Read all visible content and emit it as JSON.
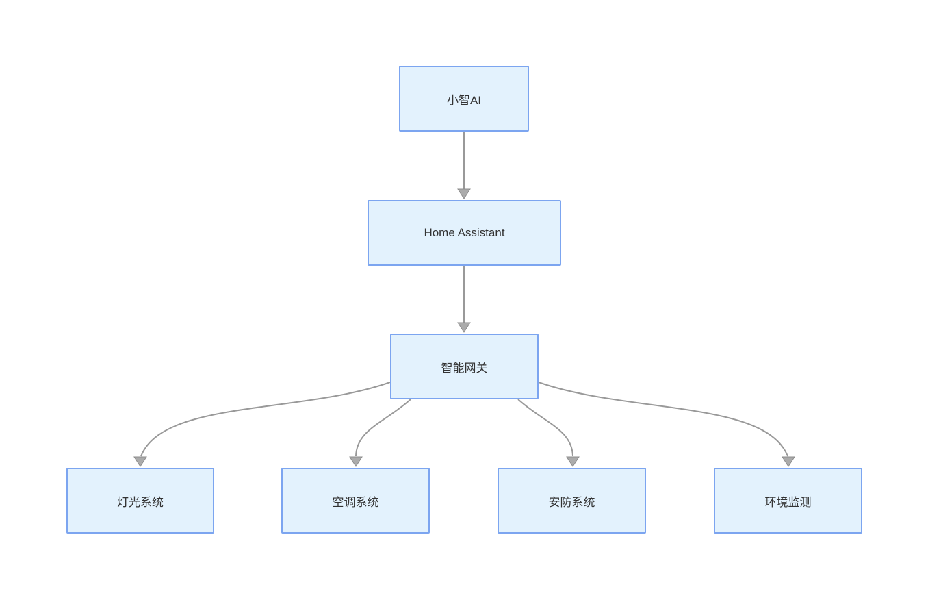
{
  "diagram": {
    "type": "flowchart",
    "nodes": [
      {
        "id": "xiaozhi",
        "label": "小智AI"
      },
      {
        "id": "ha",
        "label": "Home Assistant"
      },
      {
        "id": "gateway",
        "label": "智能网关"
      },
      {
        "id": "lighting",
        "label": "灯光系统"
      },
      {
        "id": "ac",
        "label": "空调系统"
      },
      {
        "id": "security",
        "label": "安防系统"
      },
      {
        "id": "env",
        "label": "环境监测"
      }
    ],
    "edges": [
      {
        "from": "小智AI",
        "to": "Home Assistant"
      },
      {
        "from": "Home Assistant",
        "to": "智能网关"
      },
      {
        "from": "智能网关",
        "to": "灯光系统"
      },
      {
        "from": "智能网关",
        "to": "空调系统"
      },
      {
        "from": "智能网关",
        "to": "安防系统"
      },
      {
        "from": "智能网关",
        "to": "环境监测"
      }
    ],
    "colors": {
      "background": "#ffffff",
      "node_fill": "#e3f2fd",
      "node_border": "#7ca5f0",
      "edge": "#999999",
      "arrowhead_fill": "#ababab",
      "arrowhead_stroke": "#8c8c8c",
      "text": "#333333"
    }
  }
}
